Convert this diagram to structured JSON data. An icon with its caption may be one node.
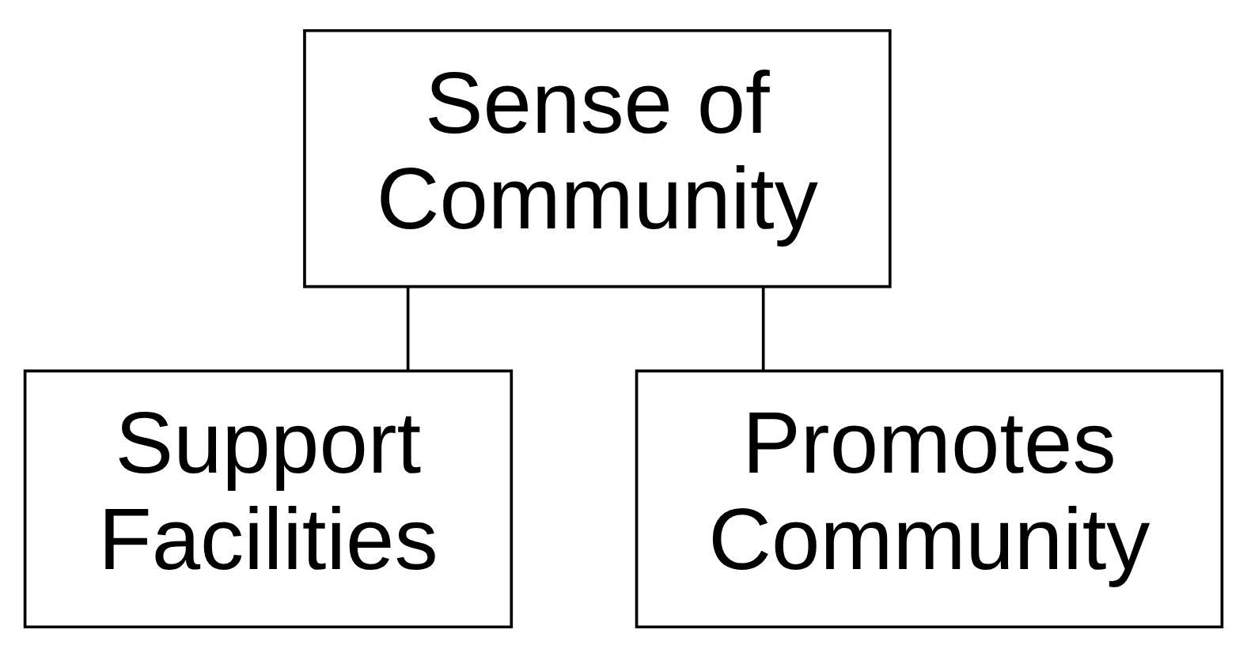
{
  "diagram": {
    "nodes": [
      {
        "text": [
          "Sense of Community"
        ]
      },
      {
        "text": [
          "Support Facilities"
        ]
      },
      {
        "text": [
          "Promotes Community"
        ]
      }
    ],
    "edges": [
      {
        "from": 0,
        "to": 1,
        "arrow": "none"
      },
      {
        "from": 0,
        "to": 2,
        "arrow": "none"
      }
    ]
  }
}
